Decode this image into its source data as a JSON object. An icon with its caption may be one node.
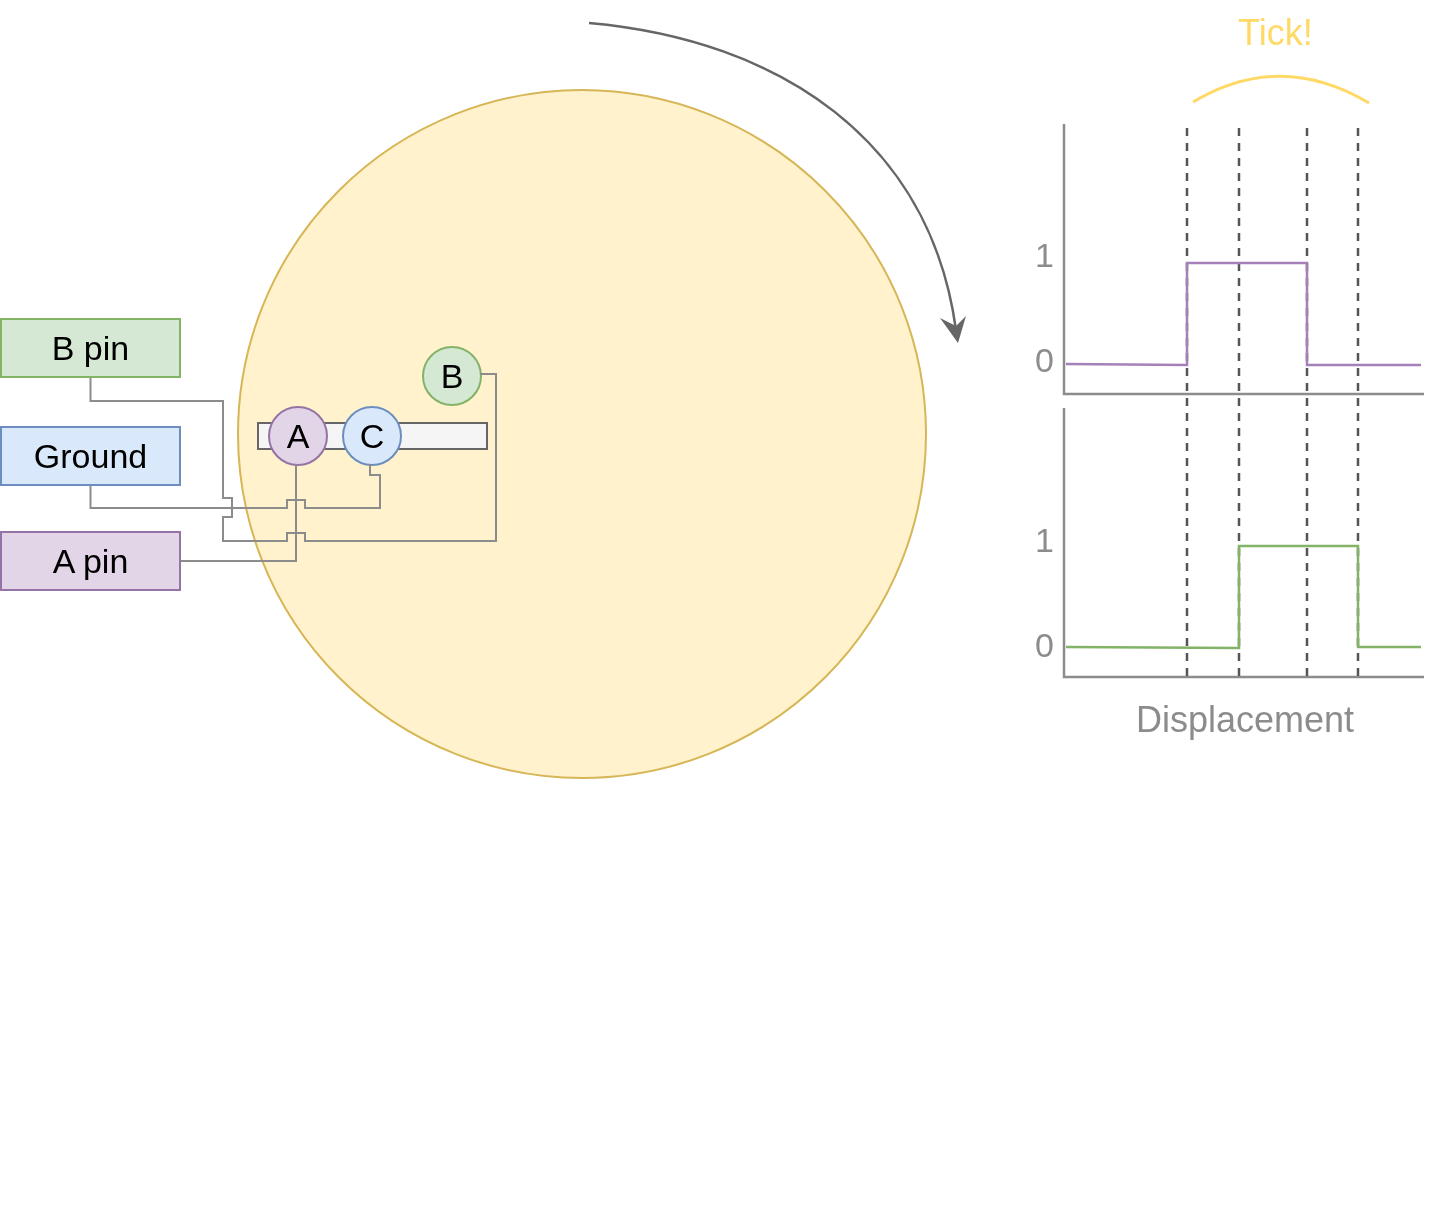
{
  "diagram": {
    "nodes": [
      {
        "text": [],
        "shape": "circle"
      },
      {
        "text": [],
        "shape": "bar",
        "in": 0
      },
      {
        "text": [
          "A"
        ],
        "in": 0
      },
      {
        "text": [
          "C"
        ],
        "in": 0
      },
      {
        "text": [
          "B"
        ],
        "in": 0
      },
      {
        "text": [
          "B pin"
        ]
      },
      {
        "text": [
          "Ground"
        ]
      },
      {
        "text": [
          "A pin"
        ]
      }
    ],
    "edges": [
      {
        "from": 5,
        "to": 4,
        "arrow": "none"
      },
      {
        "from": 6,
        "to": 3,
        "arrow": "none"
      },
      {
        "from": 7,
        "to": 2,
        "arrow": "none"
      }
    ],
    "labels": [
      "Tick!",
      "1",
      "0",
      "1",
      "0",
      "Displacement"
    ]
  }
}
